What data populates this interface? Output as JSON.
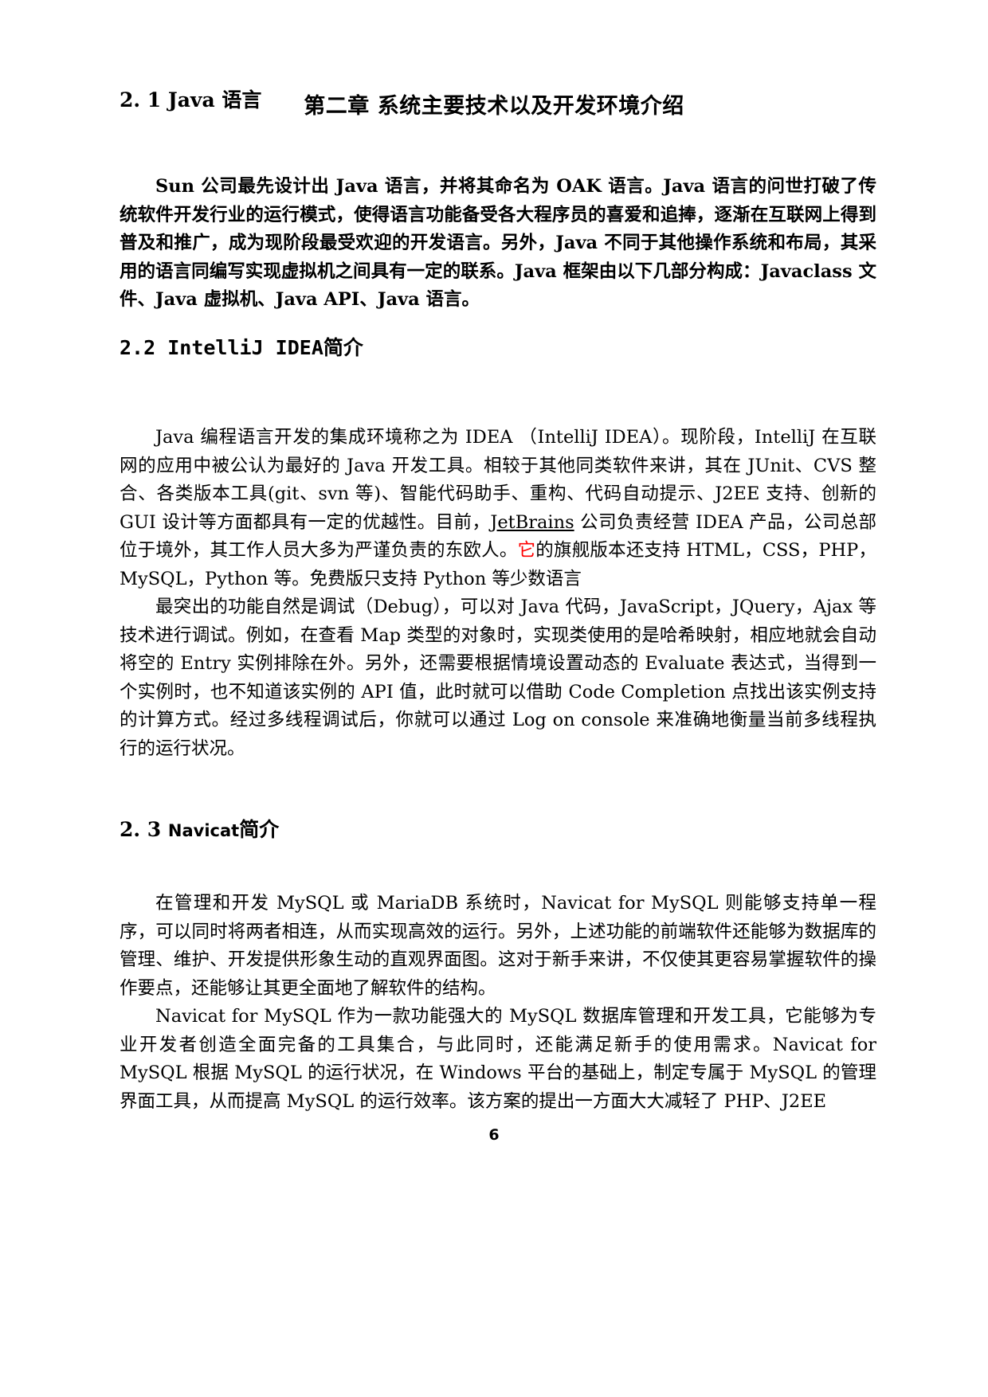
{
  "document": {
    "chapter_title": "第二章 系统主要技术以及开发环境介绍",
    "page_number": "6"
  },
  "sections": [
    {
      "id": "sec-2-1",
      "heading_number": "2. 1 ",
      "heading_latin": "Java ",
      "heading_cjk": "语言",
      "paragraphs": [
        {
          "id": "p-2-1-1",
          "text": "Sun 公司最先设计出 Java 语言，并将其命名为 OAK 语言。Java 语言的问世打破了传统软件开发行业的运行模式，使得语言功能备受各大程序员的喜爱和追捧，逐渐在互联网上得到普及和推广，成为现阶段最受欢迎的开发语言。另外，Java 不同于其他操作系统和布局，其采用的语言同编写实现虚拟机之间具有一定的联系。Java 框架由以下几部分构成：Javaclass 文件、Java 虚拟机、Java API、Java 语言。"
        }
      ]
    },
    {
      "id": "sec-2-2",
      "heading_number": "2.2 ",
      "heading_latin": "IntelliJ IDEA",
      "heading_cjk": "简介",
      "paragraphs": [
        {
          "id": "p-2-2-1",
          "part1": "Java 编程语言开发的集成环境称之为 IDEA （IntelliJ IDEA）。现阶段，IntelliJ 在互联网的应用中被公认为最好的 Java 开发工具。相较于其他同类软件来讲，其在 JUnit、CVS 整合、各类版本工具(git、svn 等)、智能代码助手、重构、代码自动提示、J2EE 支持、创新的 GUI 设计等方面都具有一定的优越性。目前，",
          "underlined": "JetBrains",
          "part2": " 公司负责经营 IDEA 产品，公司总部位于境外，其工作人员大多为严谨负责的东欧人。",
          "red": "它",
          "part3": "的旗舰版本还支持 HTML，CSS，PHP，MySQL，Python 等。免费版只支持 Python 等少数语言"
        },
        {
          "id": "p-2-2-2",
          "text": "最突出的功能自然是调试（Debug），可以对 Java 代码，JavaScript，JQuery，Ajax 等技术进行调试。例如，在查看 Map 类型的对象时，实现类使用的是哈希映射，相应地就会自动将空的 Entry 实例排除在外。另外，还需要根据情境设置动态的 Evaluate 表达式，当得到一个实例时，也不知道该实例的 API 值，此时就可以借助 Code Completion 点找出该实例支持的计算方式。经过多线程调试后，你就可以通过 Log on console 来准确地衡量当前多线程执行的运行状况。"
        }
      ]
    },
    {
      "id": "sec-2-3",
      "heading_number": "2. 3 ",
      "heading_latin": "Navicat",
      "heading_cjk": "简介",
      "paragraphs": [
        {
          "id": "p-2-3-1",
          "text": "在管理和开发 MySQL 或 MariaDB 系统时，Navicat for MySQL 则能够支持单一程序，可以同时将两者相连，从而实现高效的运行。另外，上述功能的前端软件还能够为数据库的管理、维护、开发提供形象生动的直观界面图。这对于新手来讲，不仅使其更容易掌握软件的操作要点，还能够让其更全面地了解软件的结构。"
        },
        {
          "id": "p-2-3-2",
          "text": "Navicat for MySQL 作为一款功能强大的 MySQL 数据库管理和开发工具，它能够为专业开发者创造全面完备的工具集合，与此同时，还能满足新手的使用需求。Navicat for MySQL 根据 MySQL 的运行状况，在 Windows 平台的基础上，制定专属于 MySQL 的管理界面工具，从而提高 MySQL 的运行效率。该方案的提出一方面大大减轻了 PHP、J2EE"
        }
      ]
    }
  ],
  "colors": {
    "text": "#000000",
    "highlight_red": "#ff0000",
    "background": "#ffffff"
  }
}
